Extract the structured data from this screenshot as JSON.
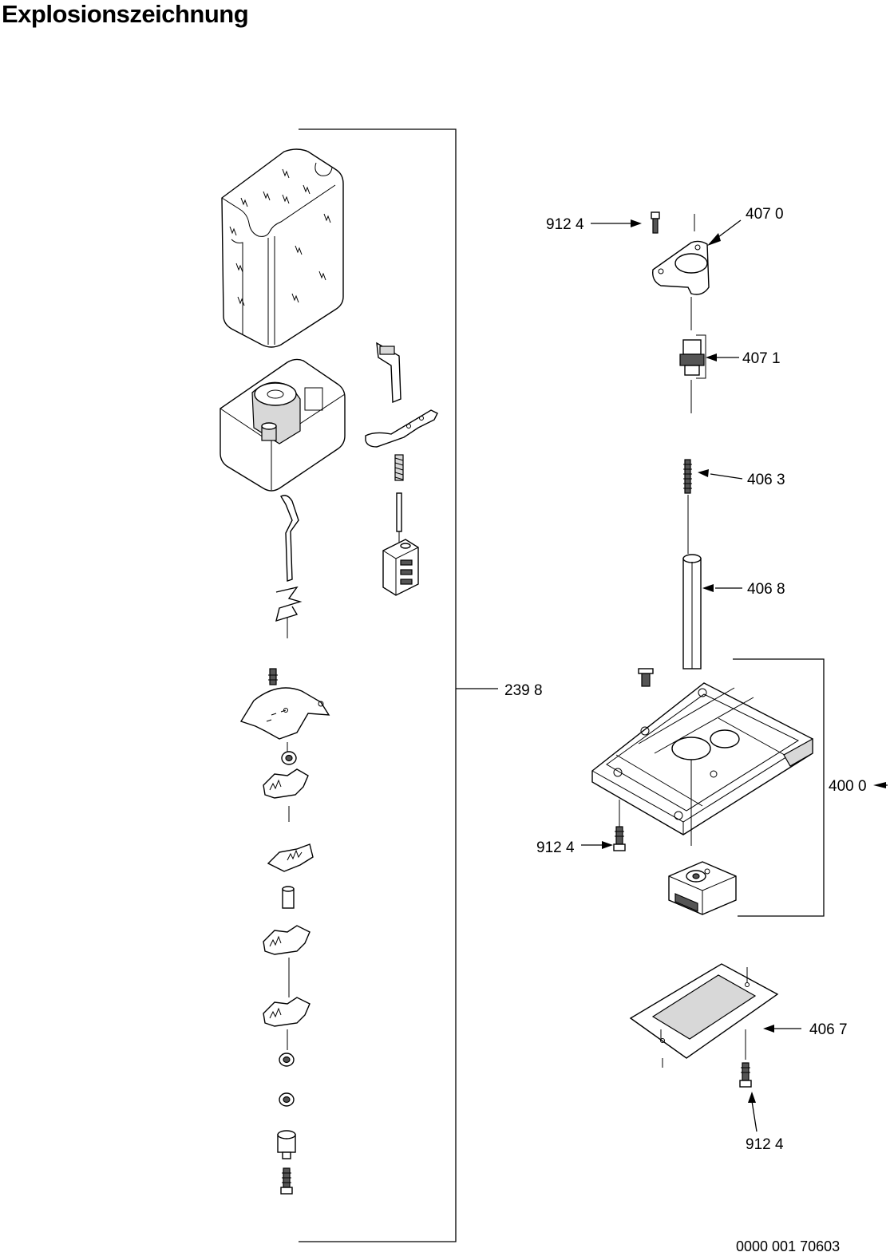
{
  "title": "Explosionszeichnung",
  "labels": {
    "l_9124_top": "912 4",
    "l_4070": "407 0",
    "l_4071": "407 1",
    "l_4063": "406 3",
    "l_4068": "406 8",
    "l_2398": "239 8",
    "l_4000": "400 0",
    "l_9124_mid": "912 4",
    "l_4067": "406 7",
    "l_9124_bottom": "912 4"
  },
  "drawing_number": "0000 001 70603"
}
